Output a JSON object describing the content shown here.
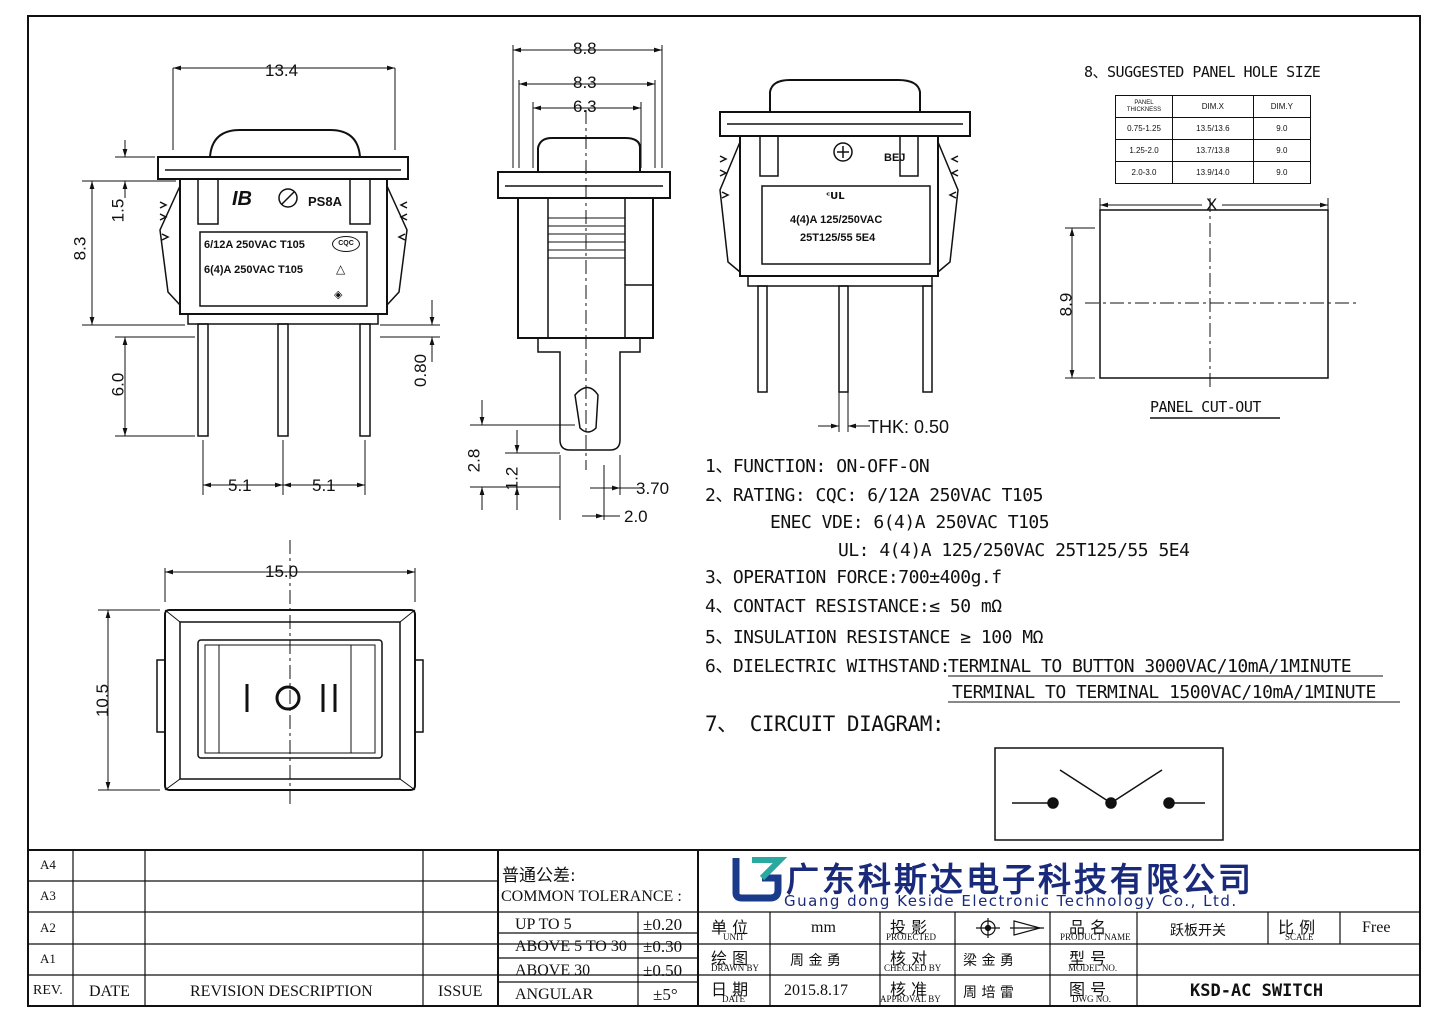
{
  "top_view": {
    "dims": {
      "width": "13.4",
      "height": "8.3",
      "top_cap": "1.5",
      "pin_len": "6.0",
      "pin_gap1": "5.1",
      "pin_gap2": "5.1",
      "pin_offset": "0.80"
    },
    "marking": {
      "brand": "PS8A",
      "line1": "6/12A 250VAC  T105",
      "line2": "6(4)A 250VAC  T105",
      "cqc": "CQC"
    }
  },
  "side_view": {
    "dims": {
      "w1": "8.8",
      "w2": "8.3",
      "w3": "6.3",
      "d1": "2.8",
      "d2": "1.2",
      "d3": "3.70",
      "d4": "2.0"
    }
  },
  "rear_view": {
    "mark": "BEJ",
    "line1": "4(4)A  125/250VAC",
    "line2": "25T125/55 5E4",
    "thk": "THK: 0.50"
  },
  "bottom_view": {
    "dims": {
      "width": "15.0",
      "height": "10.5"
    },
    "symbols": {
      "left": "I",
      "middle": "O",
      "right": "II"
    }
  },
  "panel_hole": {
    "title": "8、SUGGESTED PANEL HOLE SIZE",
    "headers": [
      "PANEL THICKNESS",
      "DIM.X",
      "DIM.Y"
    ],
    "rows": [
      [
        "0.75-1.25",
        "13.5/13.6",
        "9.0"
      ],
      [
        "1.25-2.0",
        "13.7/13.8",
        "9.0"
      ],
      [
        "2.0-3.0",
        "13.9/14.0",
        "9.0"
      ]
    ],
    "x_label": "X",
    "y_label": "8.9",
    "cutout_label": "PANEL CUT-OUT"
  },
  "specs": {
    "function": "1、FUNCTION:  ON-OFF-ON",
    "rating_cqc": "2、RATING:   CQC:  6/12A 250VAC T105",
    "rating_enec": "ENEC VDE:  6(4)A 250VAC T105",
    "rating_ul": "UL:  4(4)A 125/250VAC 25T125/55 5E4",
    "force": "3、OPERATION FORCE:700±400g.f",
    "contact": "4、CONTACT RESISTANCE:≤  50 mΩ",
    "insulation": "5、INSULATION RESISTANCE  ≥ 100 MΩ",
    "dielectric_label": "6、DIELECTRIC WITHSTAND:",
    "dielectric_1": "TERMINAL TO BUTTON 3000VAC/10mA/1MINUTE",
    "dielectric_2": "TERMINAL TO TERMINAL 1500VAC/10mA/1MINUTE",
    "circuit": "7、 CIRCUIT DIAGRAM:"
  },
  "title_block": {
    "revision_rows": [
      "A4",
      "A3",
      "A2",
      "A1"
    ],
    "rev": "REV.",
    "date": "DATE",
    "revision_description": "REVISION DESCRIPTION",
    "issue": "ISSUE",
    "tolerance_cn": "普通公差:",
    "tolerance_en": "COMMON TOLERANCE :",
    "tolerances": [
      {
        "range": "UP TO 5",
        "value": "±0.20"
      },
      {
        "range": "ABOVE 5 TO 30",
        "value": "±0.30"
      },
      {
        "range": "ABOVE 30",
        "value": "±0.50"
      },
      {
        "range": "ANGULAR",
        "value": "±5°"
      }
    ],
    "company_cn": "广东科斯达电子科技有限公司",
    "company_en": "Guang dong Keside  Electronic Technology Co., Ltd.",
    "unit_cn": "单 位",
    "unit_en": "UNIT",
    "unit": "mm",
    "projected_cn": "投 影",
    "projected_en": "PROJECTED",
    "product_cn": "品 名",
    "product_en": "PRODUCT NAME",
    "product": "跃板开关",
    "scale_cn": "比 例",
    "scale_en": "SCALE",
    "scale": "Free",
    "drawn_cn": "绘 图",
    "drawn_en": "DRAWN BY",
    "drawn": "周 金 勇",
    "checked_cn": "核 对",
    "checked_en": "CHECKED BY",
    "checked": "梁 金 勇",
    "model_cn": "型 号",
    "model_en": "MODEL NO.",
    "date_cn": "日 期",
    "date_en": "DATE",
    "date_value": "2015.8.17",
    "approval_cn": "核 准",
    "approval_en": "APPROVAL BY",
    "approval": "周 培 雷",
    "dwg_cn": "图 号",
    "dwg_en": "DWG NO.",
    "dwg": "KSD-AC SWITCH"
  }
}
